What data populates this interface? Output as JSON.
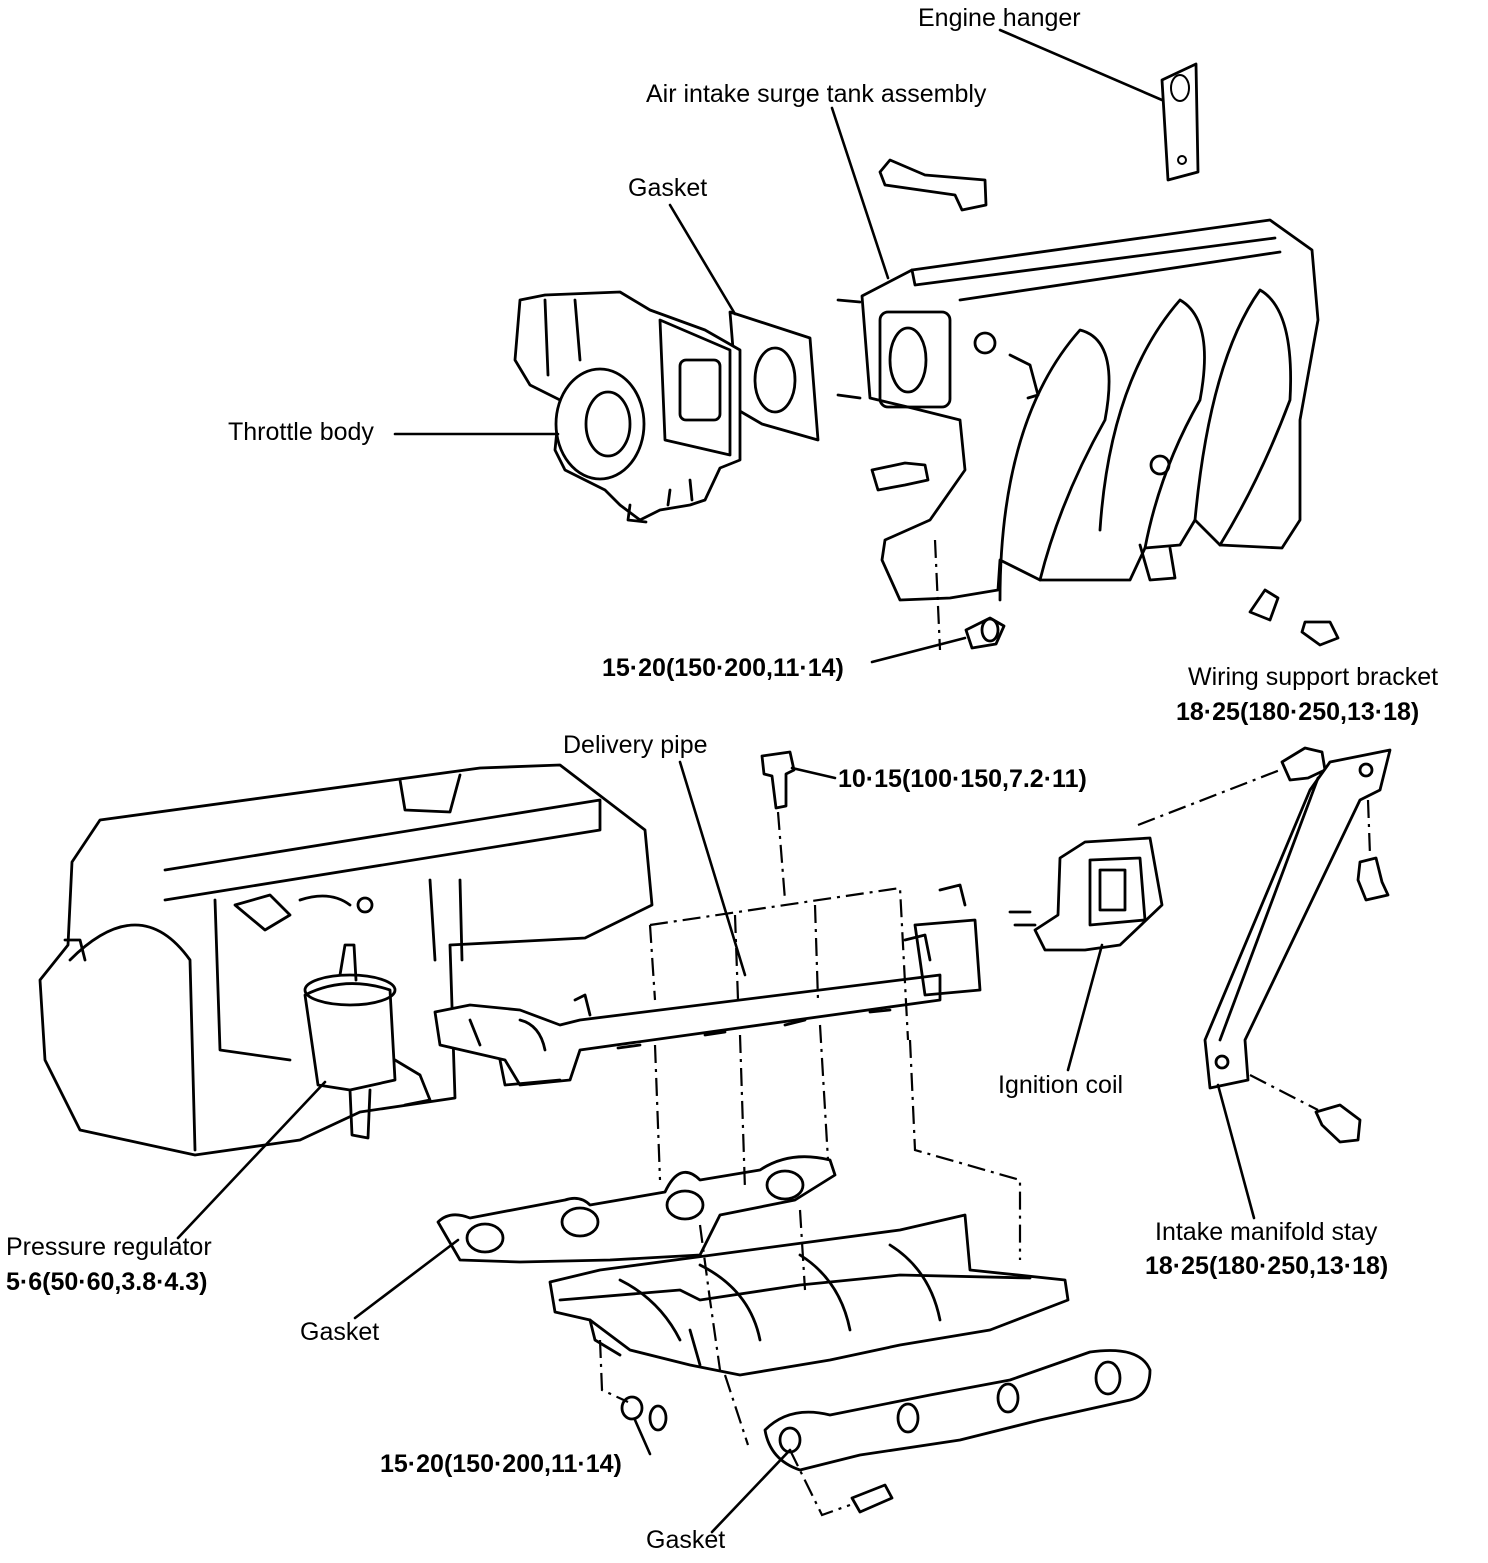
{
  "labels": {
    "engine_hanger": "Engine hanger",
    "surge_tank": "Air intake surge tank assembly",
    "gasket_top": "Gasket",
    "throttle_body": "Throttle body",
    "torque_surge": "15·20(150·200,11·14)",
    "wiring_bracket": "Wiring support bracket",
    "torque_wiring": "18·25(180·250,13·18)",
    "delivery_pipe": "Delivery pipe",
    "torque_delivery": "10·15(100·150,7.2·11)",
    "ignition_coil": "Ignition coil",
    "pressure_regulator": "Pressure regulator",
    "torque_regulator": "5·6(50·60,3.8·4.3)",
    "gasket_mid": "Gasket",
    "intake_stay": "Intake manifold stay",
    "torque_stay": "18·25(180·250,13·18)",
    "torque_manifold": "15·20(150·200,11·14)",
    "gasket_bottom": "Gasket"
  }
}
